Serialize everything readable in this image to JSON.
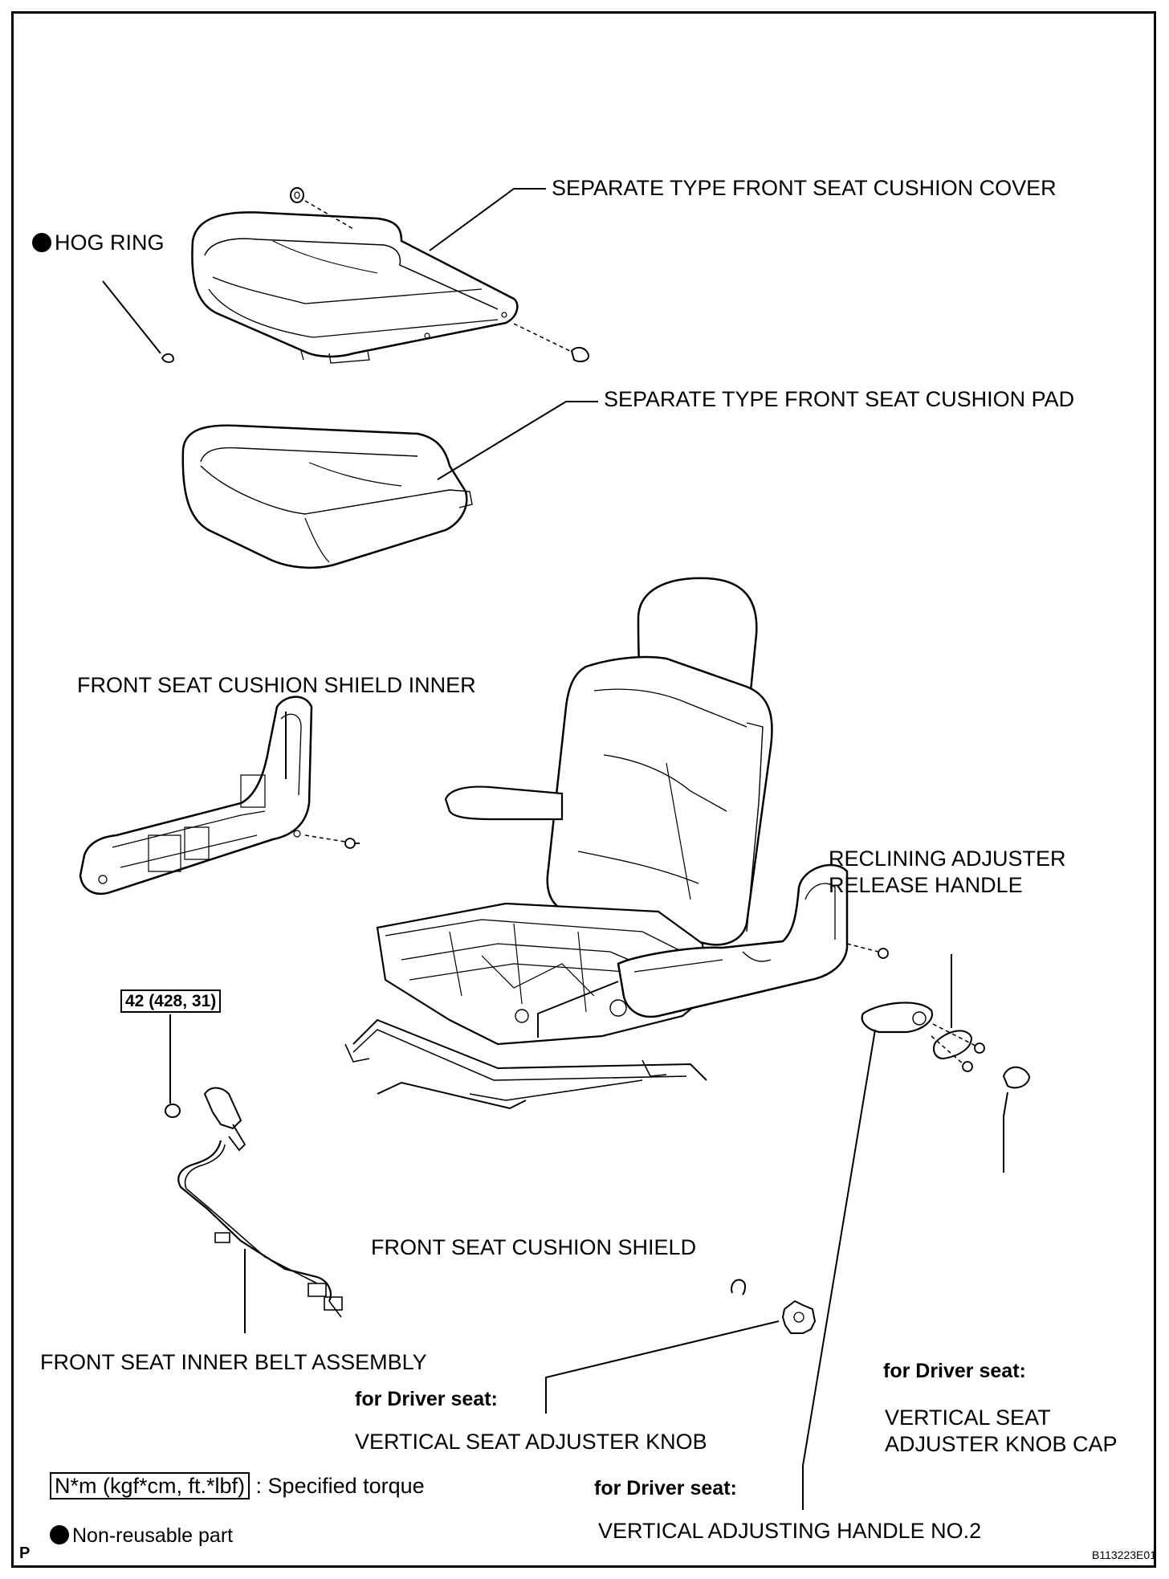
{
  "labels": {
    "cushion_cover": "SEPARATE TYPE FRONT SEAT CUSHION COVER",
    "hog_ring": "HOG RING",
    "cushion_pad": "SEPARATE TYPE FRONT SEAT CUSHION PAD",
    "shield_inner": "FRONT SEAT CUSHION SHIELD INNER",
    "reclining_handle_line1": "RECLINING ADJUSTER",
    "reclining_handle_line2": "RELEASE HANDLE",
    "torque_value": "42 (428, 31)",
    "cushion_shield": "FRONT SEAT CUSHION SHIELD",
    "inner_belt": "FRONT SEAT INNER BELT ASSEMBLY",
    "for_driver_knob": "for Driver seat:",
    "adjuster_knob": "VERTICAL SEAT ADJUSTER KNOB",
    "for_driver_cap": "for Driver seat:",
    "knob_cap_line1": "VERTICAL SEAT",
    "knob_cap_line2": "ADJUSTER KNOB CAP",
    "for_driver_handle": "for Driver seat:",
    "adjusting_handle": "VERTICAL ADJUSTING HANDLE NO.2"
  },
  "legend": {
    "torque_unit": "N*m (kgf*cm, ft.*lbf)",
    "torque_desc": ": Specified torque",
    "non_reusable": "Non-reusable part"
  },
  "footer": {
    "page_mark": "P",
    "figure_id": "B113223E01"
  }
}
